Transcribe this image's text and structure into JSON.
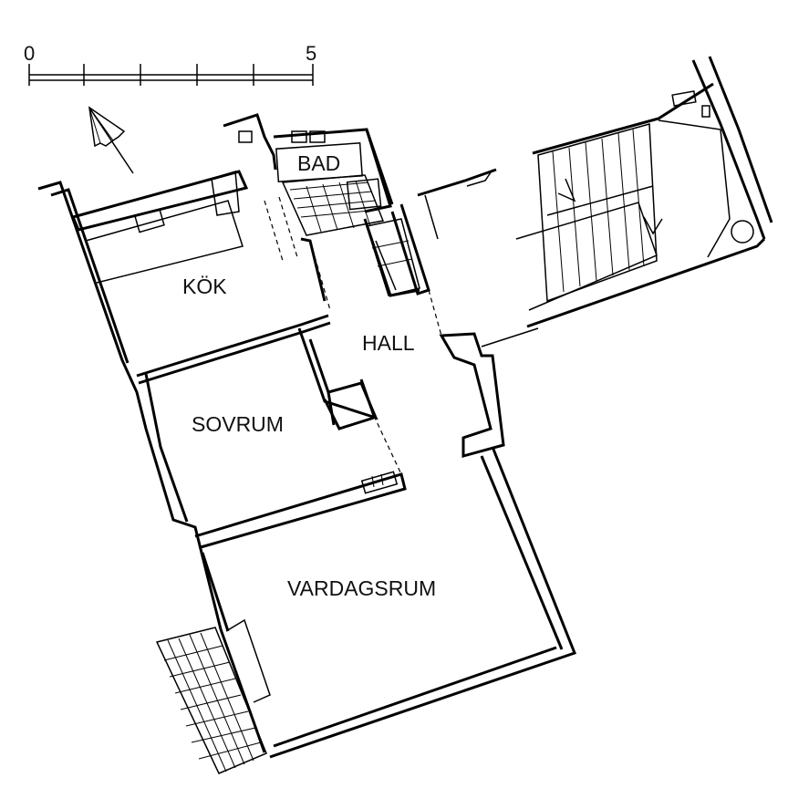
{
  "scale_bar": {
    "start_label": "0",
    "end_label": "5"
  },
  "rooms": {
    "bad": "BAD",
    "kok": "KÖK",
    "hall": "HALL",
    "sovrum": "SOVRUM",
    "vardagsrum": "VARDAGSRUM"
  },
  "icons": {
    "north": "north-arrow-icon",
    "stairs": "staircase-icon",
    "balcony": "balcony-grid-icon"
  },
  "colors": {
    "line": "#000000",
    "background": "#ffffff"
  }
}
